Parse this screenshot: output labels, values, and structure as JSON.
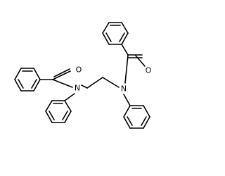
{
  "diagram": {
    "type": "skeletal-structure",
    "atom_labels": {
      "oxygen_right": "O",
      "oxygen_left": "O",
      "nitrogen_right": "N",
      "nitrogen_left": "N"
    },
    "colors": {
      "bond": "#000000",
      "label": "#000000",
      "background": "#ffffff"
    }
  }
}
